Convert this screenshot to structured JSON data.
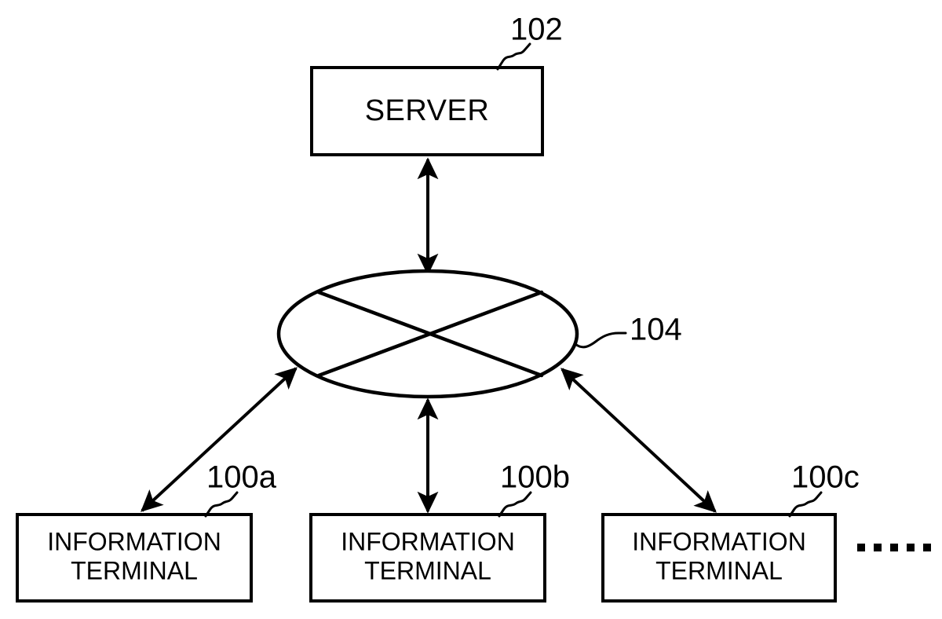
{
  "figure": {
    "kind": "patent-network-diagram",
    "background_color": "#ffffff",
    "line_color": "#000000",
    "server": {
      "label": "SERVER",
      "ref": "102"
    },
    "network": {
      "ref": "104",
      "symbol": "network-cloud-ellipse"
    },
    "terminals": [
      {
        "line1": "INFORMATION",
        "line2": "TERMINAL",
        "ref": "100a"
      },
      {
        "line1": "INFORMATION",
        "line2": "TERMINAL",
        "ref": "100b"
      },
      {
        "line1": "INFORMATION",
        "line2": "TERMINAL",
        "ref": "100c"
      }
    ],
    "ellipsis": {
      "dot_count": 5,
      "meaning": "more-terminals"
    },
    "connections": [
      {
        "from": "server",
        "to": "network",
        "style": "double-headed-arrow",
        "orientation": "vertical"
      },
      {
        "from": "network",
        "to": "100a",
        "style": "double-headed-arrow",
        "orientation": "diagonal-left"
      },
      {
        "from": "network",
        "to": "100b",
        "style": "double-headed-arrow",
        "orientation": "vertical"
      },
      {
        "from": "network",
        "to": "100c",
        "style": "double-headed-arrow",
        "orientation": "diagonal-right"
      }
    ]
  }
}
